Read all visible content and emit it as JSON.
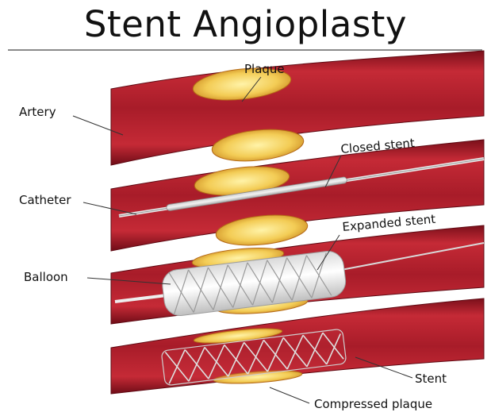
{
  "title": "Stent Angioplasty",
  "labels": {
    "plaque": "Plaque",
    "artery": "Artery",
    "closed_stent": "Closed stent",
    "catheter": "Catheter",
    "expanded_stent": "Expanded stent",
    "balloon": "Balloon",
    "stent": "Stent",
    "compressed_plaque": "Compressed plaque"
  },
  "colors": {
    "artery": "#b01e2c",
    "artery_dark": "#7a0f1a",
    "lumen": "#8c1622",
    "plaque": "#f1c44a",
    "plaque_light": "#fff0a0"
  }
}
